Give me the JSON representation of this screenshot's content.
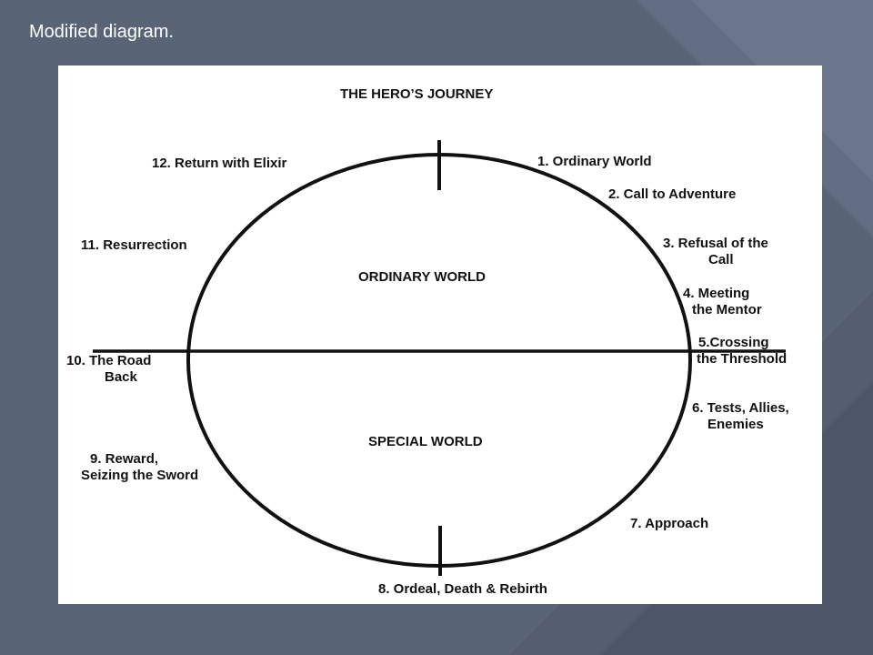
{
  "slide": {
    "caption": "Modified diagram."
  },
  "diagram": {
    "title": "THE HERO’S JOURNEY",
    "regions": {
      "upper": "ORDINARY WORLD",
      "lower": "SPECIAL WORLD"
    },
    "stages": [
      {
        "line1": "1.  Ordinary World",
        "line2": ""
      },
      {
        "line1": "2. Call to Adventure",
        "line2": ""
      },
      {
        "line1": "3. Refusal of the",
        "line2": "Call"
      },
      {
        "line1": "4. Meeting",
        "line2": "the Mentor"
      },
      {
        "line1": "5.Crossing",
        "line2": "the Threshold"
      },
      {
        "line1": "6. Tests, Allies,",
        "line2": "Enemies"
      },
      {
        "line1": "7. Approach",
        "line2": ""
      },
      {
        "line1": "8. Ordeal, Death & Rebirth",
        "line2": ""
      },
      {
        "line1": "9. Reward,",
        "line2": "Seizing the Sword"
      },
      {
        "line1": "10. The Road",
        "line2": "Back"
      },
      {
        "line1": "11. Resurrection",
        "line2": ""
      },
      {
        "line1": "12. Return with Elixir",
        "line2": ""
      }
    ],
    "colors": {
      "background": "#5a6477",
      "panel": "#ffffff",
      "ink": "#111111"
    }
  }
}
